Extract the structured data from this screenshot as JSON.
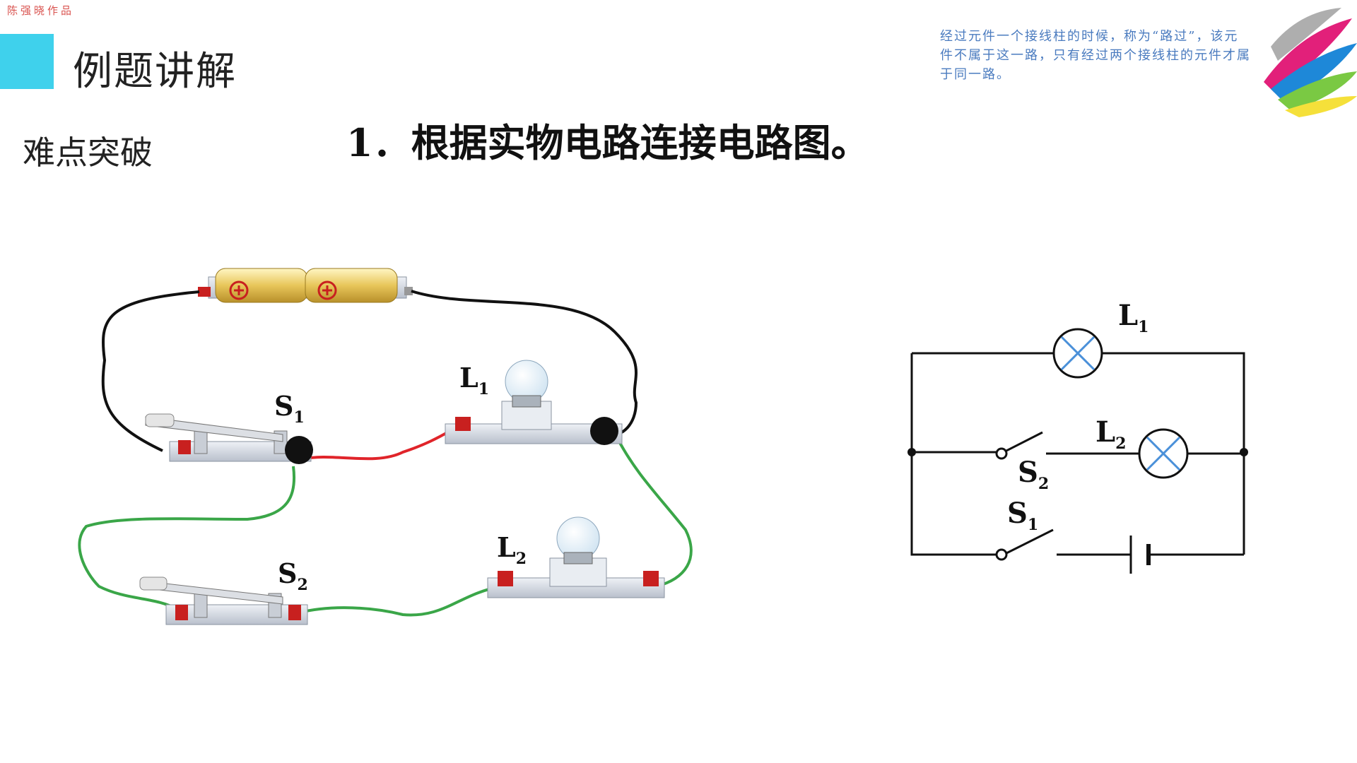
{
  "watermark": "陈强晓作品",
  "header": {
    "section_title": "例题讲解",
    "subheading": "难点突破",
    "problem_number": "1",
    "problem_text": "．根据实物电路连接电路图。",
    "note": "经过元件一个接线柱的时候，称为“路过”，该元件不属于这一路，只有经过两个接线柱的元件才属于同一路。"
  },
  "physical_circuit": {
    "labels": {
      "L1": "L",
      "L1_sub": "1",
      "L2": "L",
      "L2_sub": "2",
      "S1": "S",
      "S1_sub": "1",
      "S2": "S",
      "S2_sub": "2"
    },
    "colors": {
      "battery": "#e8c65a",
      "wire_black": "#111111",
      "wire_red": "#e0242a",
      "wire_green": "#3aa648",
      "terminal": "#c8201f"
    }
  },
  "schematic": {
    "labels": {
      "L1": "L",
      "L1_sub": "1",
      "L2": "L",
      "L2_sub": "2",
      "S1": "S",
      "S1_sub": "1",
      "S2": "S",
      "S2_sub": "2"
    },
    "colors": {
      "wire": "#111111",
      "lamp_cross": "#4a90d9"
    }
  },
  "colors": {
    "accent": "#3fd1ec",
    "note_text": "#4a7bbf",
    "watermark": "#d9534f"
  }
}
